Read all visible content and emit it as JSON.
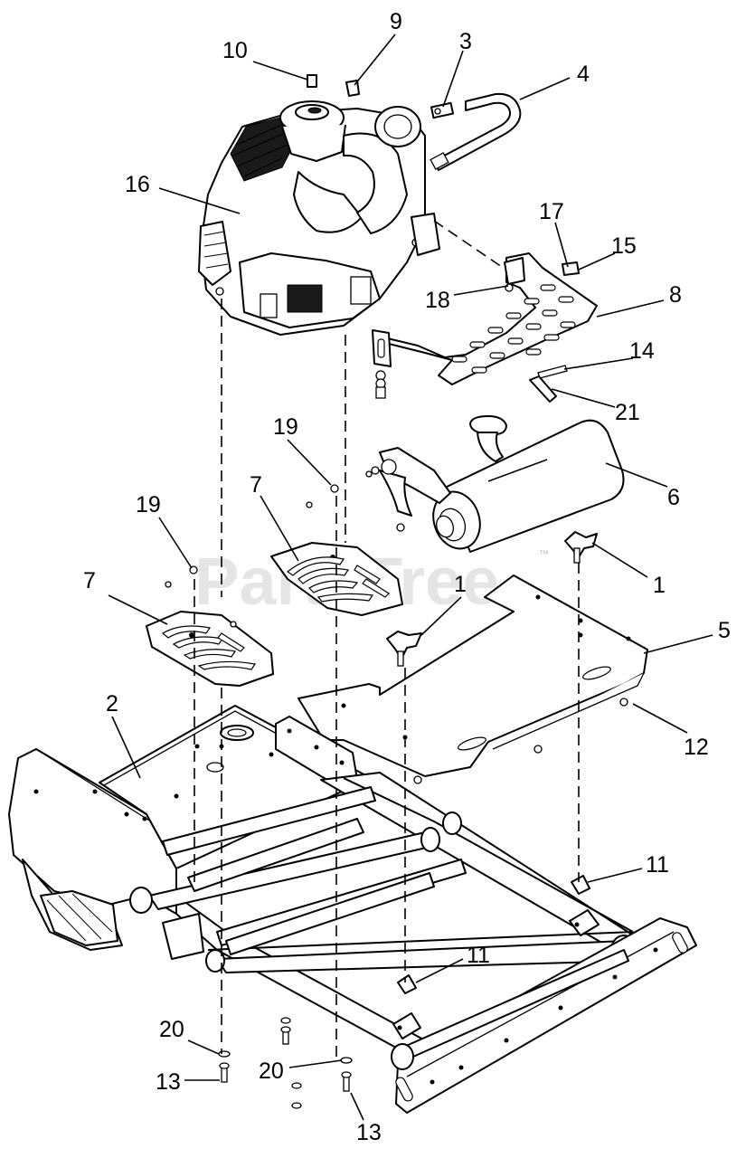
{
  "diagram": {
    "watermark": "PartsTree",
    "trademark": "™",
    "callouts": {
      "c1a": "1",
      "c1b": "1",
      "c2": "2",
      "c3": "3",
      "c4": "4",
      "c5": "5",
      "c6": "6",
      "c7a": "7",
      "c7b": "7",
      "c8": "8",
      "c9": "9",
      "c10": "10",
      "c11a": "11",
      "c11b": "11",
      "c12": "12",
      "c13a": "13",
      "c13b": "13",
      "c14": "14",
      "c15": "15",
      "c16": "16",
      "c17": "17",
      "c18": "18",
      "c19a": "19",
      "c19b": "19",
      "c20a": "20",
      "c20b": "20",
      "c21": "21"
    }
  }
}
